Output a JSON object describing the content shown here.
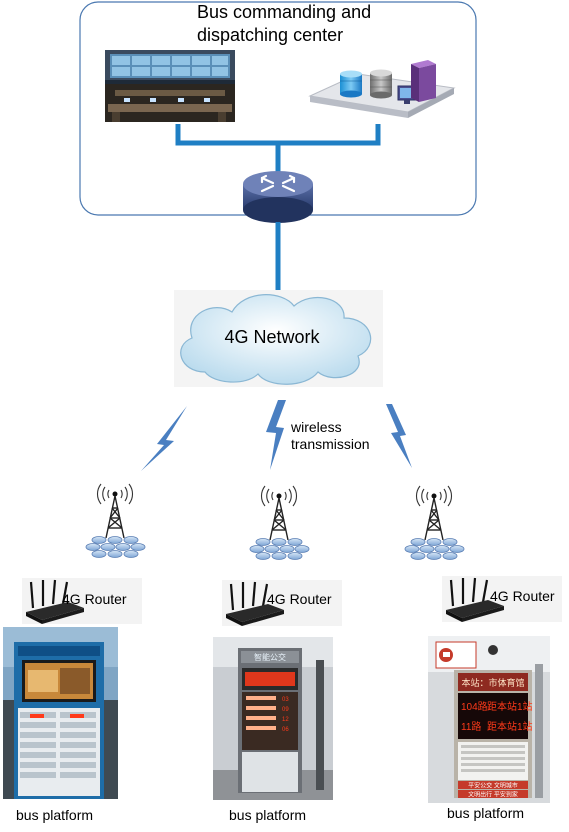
{
  "center": {
    "title_line1": "Bus commanding and",
    "title_line2": "dispatching center"
  },
  "network": {
    "label": "4G Network"
  },
  "wireless": {
    "line1": "wireless",
    "line2": "transmission"
  },
  "router_label": "4G Router",
  "platform_label": "bus platform",
  "platform3_sign": {
    "header": "本站：市体育馆",
    "row1": "104路  距本站1站",
    "row2": "11路  距本站1站",
    "row1_route": "104路",
    "row1_text": "距本站1站",
    "row2_route": "11路",
    "row2_text": "距本站1站",
    "footer1": "平安公交  文明城市",
    "footer2": "文明出行  平安到家"
  },
  "platform2_sign": {
    "header": "智能公交",
    "row1": "03",
    "row2": "09",
    "row3": "12",
    "row4": "06"
  },
  "colors": {
    "link": "#1f7fc4",
    "lightning": "#4a7fc1",
    "cloud": "#cde4f1",
    "router_body": "#3b4f86",
    "center_border": "#4a78b0",
    "led_red": "#ff3a1a"
  }
}
